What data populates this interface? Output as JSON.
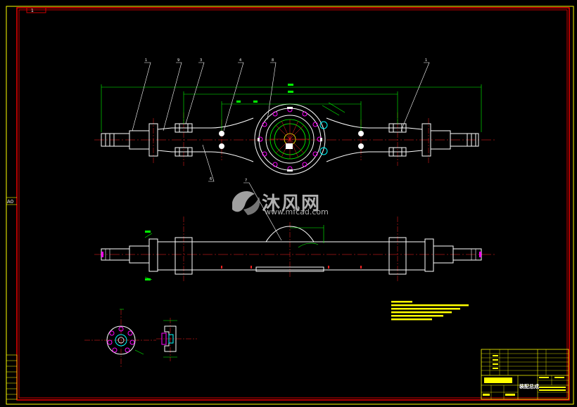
{
  "sheet": {
    "number": "1",
    "size_label": "A0"
  },
  "balloons": [
    "1",
    "9",
    "3",
    "4",
    "8",
    "1",
    "6",
    "7"
  ],
  "watermark": {
    "brand": "沐风网",
    "url": "www.mfcad.com"
  },
  "title_block": {
    "drawing_title": "装配总成"
  },
  "colors": {
    "border_red": "#ff0000",
    "border_yellow": "#ffff00",
    "part_white": "#ffffff",
    "dimension_green": "#00ff00",
    "centerline_red": "#ff2020",
    "hole_magenta": "#ff00ff",
    "accent_cyan": "#00ffff",
    "notes_yellow": "#ffff00"
  }
}
